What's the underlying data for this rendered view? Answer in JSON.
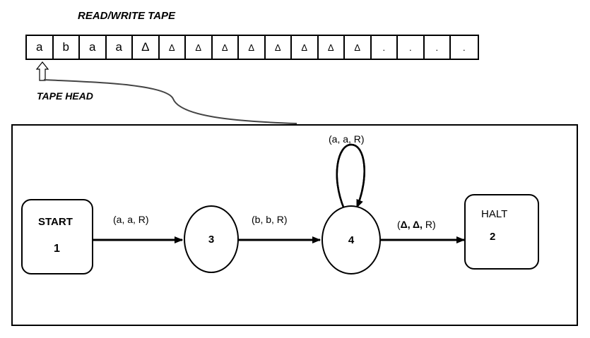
{
  "tape": {
    "title": "READ/WRITE TAPE",
    "cells": [
      "a",
      "b",
      "a",
      "a",
      "Δ",
      "Δ",
      "Δ",
      "Δ",
      "Δ",
      "Δ",
      "Δ",
      "Δ",
      "Δ",
      ".",
      ".",
      ".",
      "."
    ],
    "head_label": "TAPE HEAD"
  },
  "states": {
    "start": {
      "title": "START",
      "number": "1"
    },
    "s3": {
      "number": "3"
    },
    "s4": {
      "number": "4"
    },
    "halt": {
      "title": "HALT",
      "number": "2"
    }
  },
  "transitions": {
    "start_to_3": "(a, a, R)",
    "s3_to_4": "(b, b,  R)",
    "s4_loop": "(a, a, R)",
    "s4_to_halt": {
      "open": "(",
      "bold": "Δ, Δ,",
      "close": " R)"
    }
  }
}
